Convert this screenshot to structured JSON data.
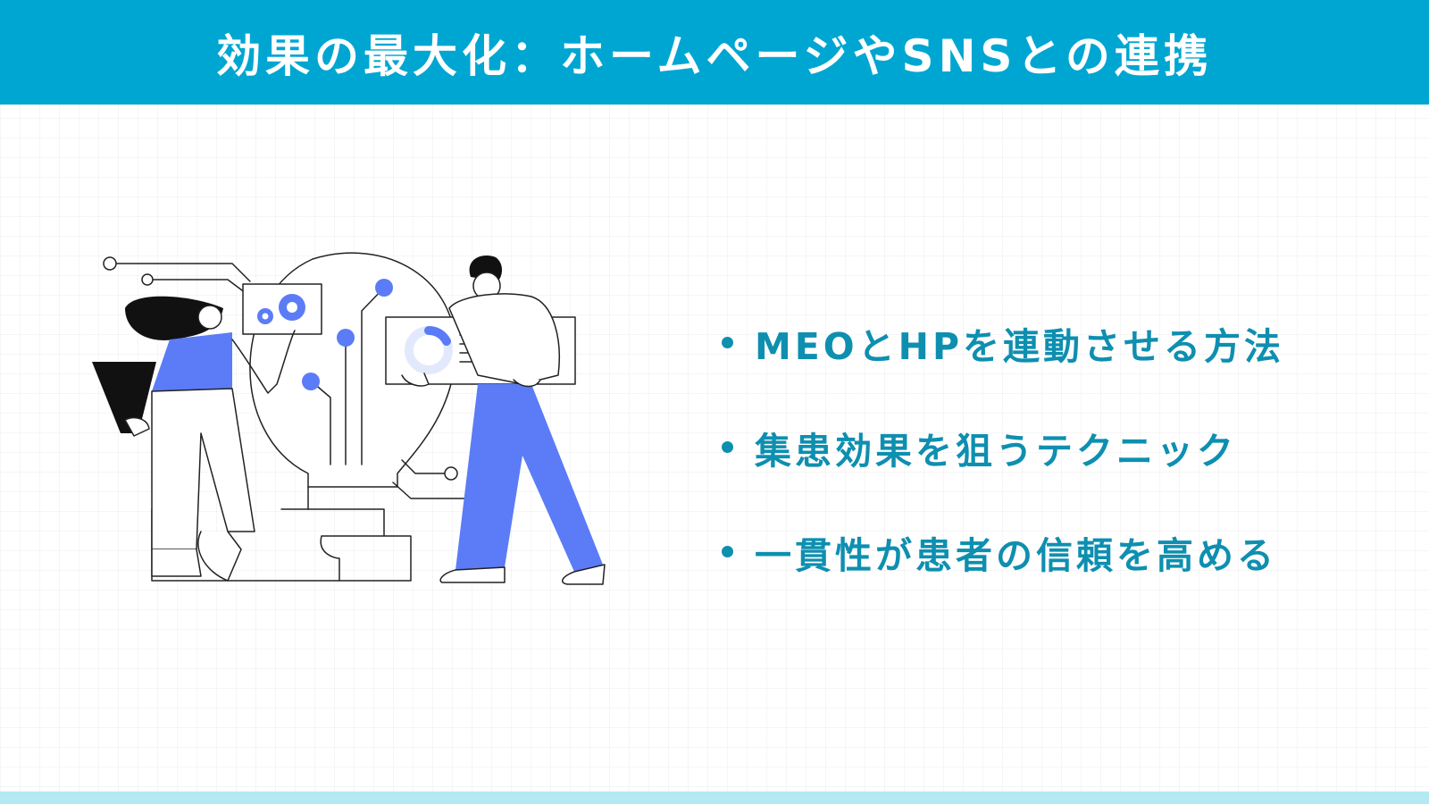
{
  "header": {
    "title": "効果の最大化：ホームページやSNSとの連携"
  },
  "bullets": [
    "MEOとHPを連動させる方法",
    "集患効果を狙うテクニック",
    "一貫性が患者の信頼を高める"
  ],
  "colors": {
    "header_bg": "#00a6d2",
    "bullet_text": "#0e8fb0",
    "accent_blue": "#5b7cf6",
    "footer_bar": "#b4e8f3"
  },
  "illustration": {
    "description_icon": "team-lightbulb-icon"
  }
}
